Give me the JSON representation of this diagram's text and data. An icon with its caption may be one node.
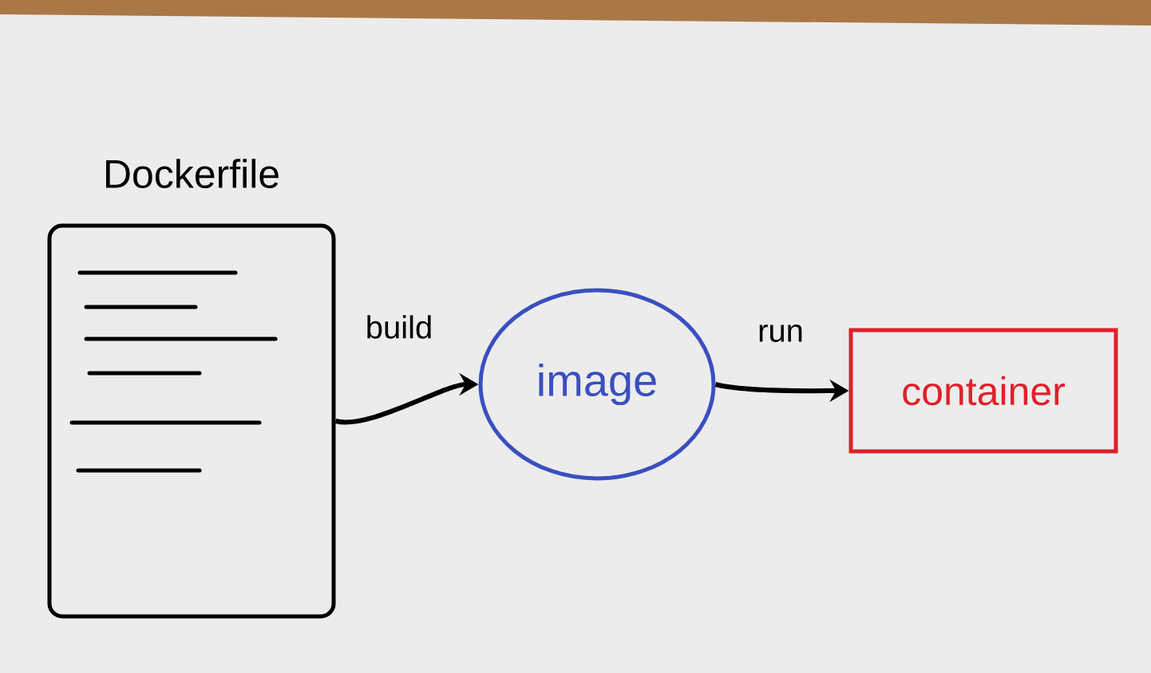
{
  "diagram": {
    "nodes": [
      {
        "text": [
          "Dockerfile"
        ]
      },
      {
        "text": [
          "image"
        ]
      },
      {
        "text": [
          "container"
        ]
      }
    ],
    "edges": [
      {
        "from": 0,
        "to": 1,
        "arrow": "to",
        "label": "build"
      },
      {
        "from": 1,
        "to": 2,
        "arrow": "to",
        "label": "run"
      }
    ]
  }
}
